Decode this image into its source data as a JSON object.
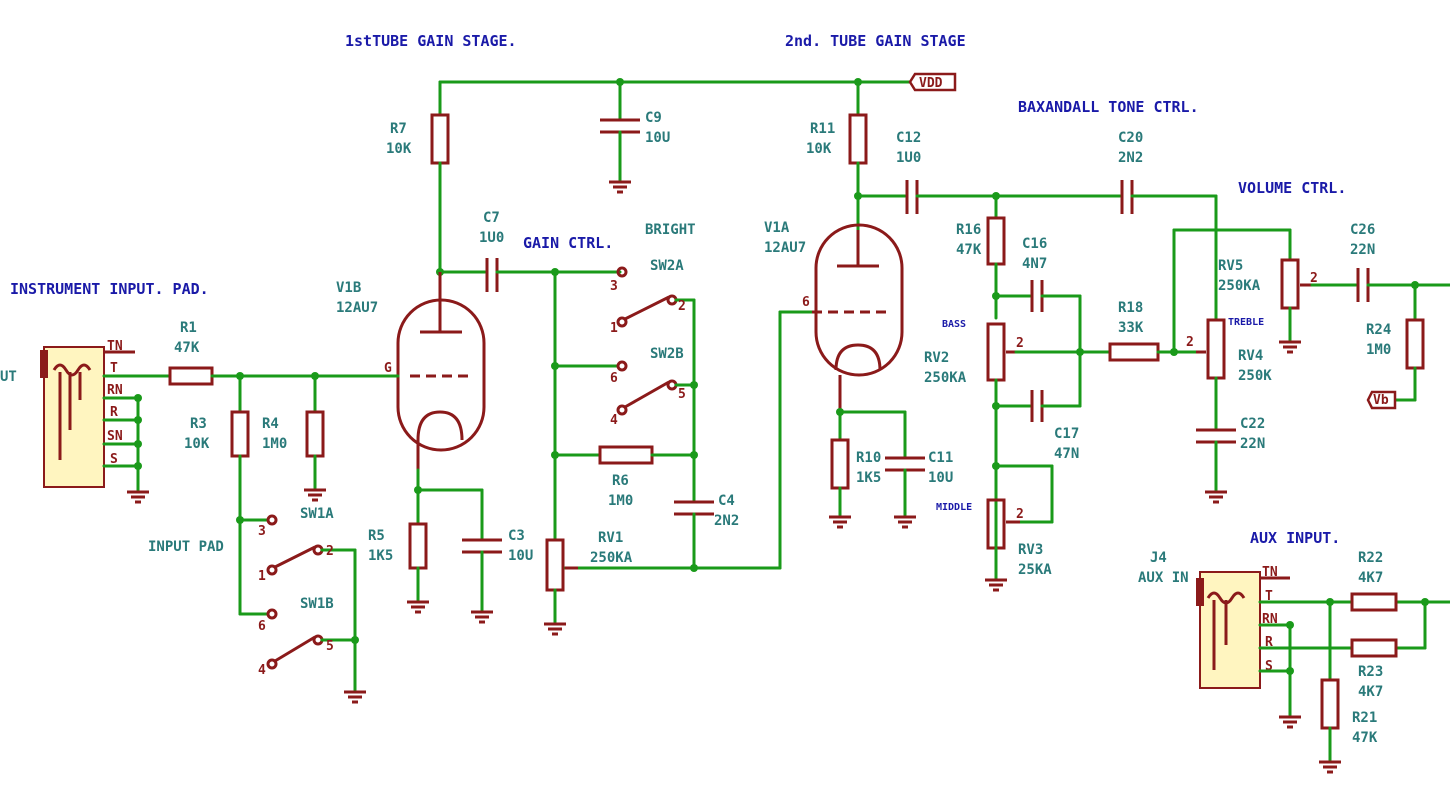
{
  "titles": {
    "stage1": "1stTUBE GAIN STAGE.",
    "stage2": "2nd. TUBE GAIN STAGE",
    "tone": "BAXANDALL TONE CTRL.",
    "volume": "VOLUME CTRL.",
    "input_pad": "INSTRUMENT INPUT. PAD.",
    "gain": "GAIN CTRL.",
    "bright": "BRIGHT",
    "aux": "AUX INPUT.",
    "pad_switch": "INPUT PAD"
  },
  "power": {
    "vdd": "VDD",
    "vb": "Vb"
  },
  "input_edge": "UT",
  "components": {
    "R1": {
      "ref": "R1",
      "value": "47K"
    },
    "R3": {
      "ref": "R3",
      "value": "10K"
    },
    "R4": {
      "ref": "R4",
      "value": "1M0"
    },
    "R5": {
      "ref": "R5",
      "value": "1K5"
    },
    "R6": {
      "ref": "R6",
      "value": "1M0"
    },
    "R7": {
      "ref": "R7",
      "value": "10K"
    },
    "R10": {
      "ref": "R10",
      "value": "1K5"
    },
    "R11": {
      "ref": "R11",
      "value": "10K"
    },
    "R16": {
      "ref": "R16",
      "value": "47K"
    },
    "R18": {
      "ref": "R18",
      "value": "33K"
    },
    "R21": {
      "ref": "R21",
      "value": "47K"
    },
    "R22": {
      "ref": "R22",
      "value": "4K7"
    },
    "R23": {
      "ref": "R23",
      "value": "4K7"
    },
    "R24": {
      "ref": "R24",
      "value": "1M0"
    },
    "C3": {
      "ref": "C3",
      "value": "10U"
    },
    "C4": {
      "ref": "C4",
      "value": "2N2"
    },
    "C7": {
      "ref": "C7",
      "value": "1U0"
    },
    "C9": {
      "ref": "C9",
      "value": "10U"
    },
    "C11": {
      "ref": "C11",
      "value": "10U"
    },
    "C12": {
      "ref": "C12",
      "value": "1U0"
    },
    "C16": {
      "ref": "C16",
      "value": "4N7"
    },
    "C17": {
      "ref": "C17",
      "value": "47N"
    },
    "C20": {
      "ref": "C20",
      "value": "2N2"
    },
    "C22": {
      "ref": "C22",
      "value": "22N"
    },
    "C26": {
      "ref": "C26",
      "value": "22N"
    },
    "RV1": {
      "ref": "RV1",
      "value": "250KA"
    },
    "RV2": {
      "ref": "RV2",
      "value": "250KA"
    },
    "RV3": {
      "ref": "RV3",
      "value": "25KA"
    },
    "RV4": {
      "ref": "RV4",
      "value": "250K"
    },
    "RV5": {
      "ref": "RV5",
      "value": "250KA"
    },
    "V1B": {
      "ref": "V1B",
      "value": "12AU7"
    },
    "V1A": {
      "ref": "V1A",
      "value": "12AU7"
    },
    "SW1A": {
      "ref": "SW1A"
    },
    "SW1B": {
      "ref": "SW1B"
    },
    "SW2A": {
      "ref": "SW2A"
    },
    "SW2B": {
      "ref": "SW2B"
    },
    "J4": {
      "ref": "J4",
      "value": "AUX IN"
    }
  },
  "pot_labels": {
    "bass": "BASS",
    "treble": "TREBLE",
    "middle": "MIDDLE"
  },
  "jack_pins": [
    "TN",
    "T",
    "RN",
    "R",
    "SN",
    "S"
  ],
  "aux_pins": [
    "TN",
    "T",
    "RN",
    "R",
    "S"
  ],
  "pin_numbers": {
    "one": "1",
    "two": "2",
    "three": "3",
    "four": "4",
    "five": "5",
    "six": "6",
    "grid_v1b": "G",
    "grid_v1a": "6"
  }
}
